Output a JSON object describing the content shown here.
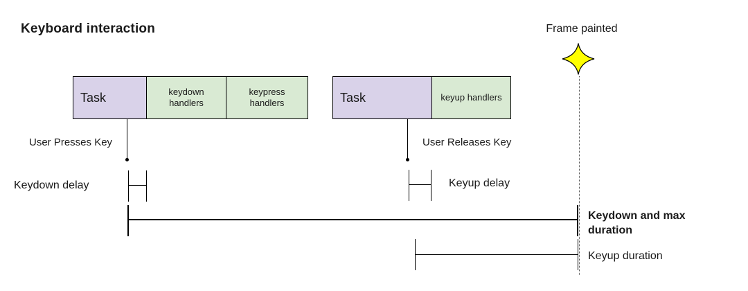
{
  "title": "Keyboard interaction",
  "frame_painted": {
    "label": "Frame painted",
    "icon": "sparkle-star"
  },
  "task_bars": [
    {
      "segments": [
        {
          "label": "Task"
        },
        {
          "label": "keydown handlers"
        },
        {
          "label": "keypress handlers"
        }
      ],
      "event_label": "User Presses Key"
    },
    {
      "segments": [
        {
          "label": "Task"
        },
        {
          "label": "keyup handlers"
        }
      ],
      "event_label": "User Releases Key"
    }
  ],
  "delays": [
    {
      "label": "Keydown delay"
    },
    {
      "label": "Keyup delay"
    }
  ],
  "durations": [
    {
      "label": "Keydown and max duration",
      "emphasis": "bold"
    },
    {
      "label": "Keyup duration",
      "emphasis": "normal"
    }
  ],
  "colors": {
    "task_fill": "#d9d2e9",
    "handler_fill": "#d9ead3",
    "star_fill": "#ffff00",
    "line": "#000000",
    "text": "#1a1a1a"
  }
}
